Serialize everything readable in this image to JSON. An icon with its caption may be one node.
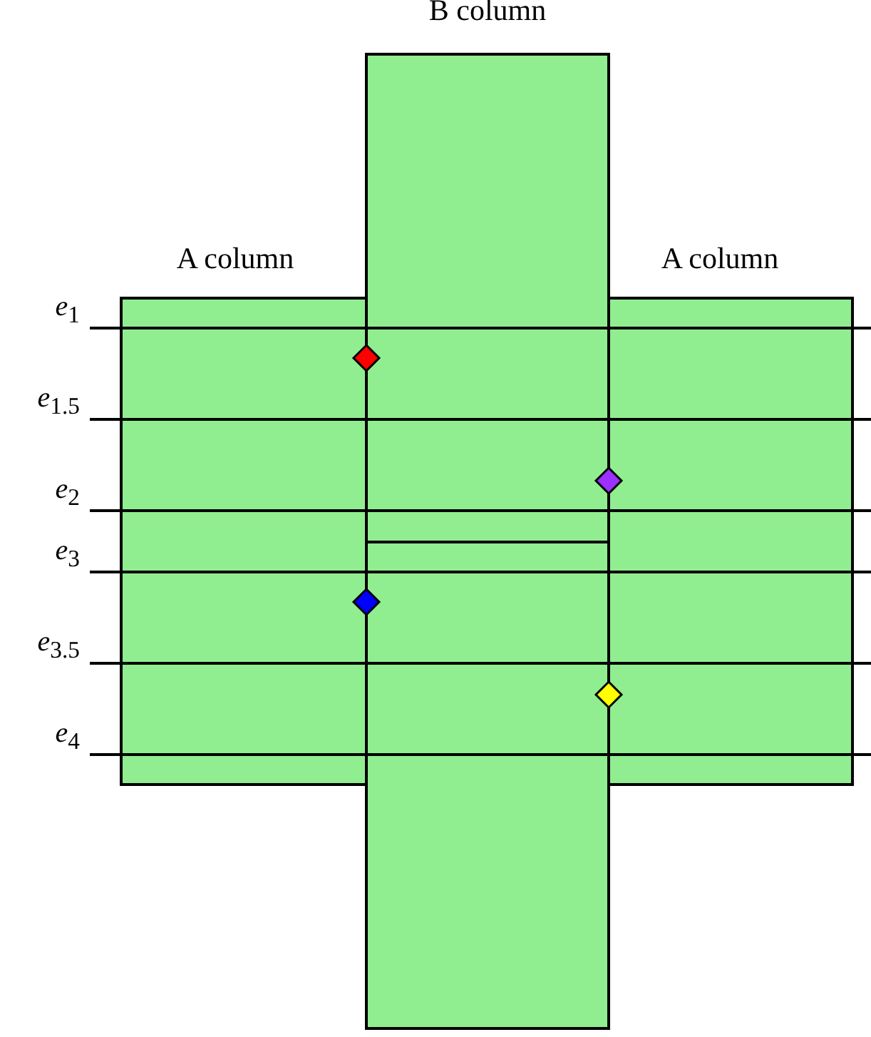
{
  "diagram": {
    "nodes": [
      {
        "text": [
          "B column"
        ]
      },
      {
        "text": [
          "A column"
        ]
      },
      {
        "text": [
          "A column"
        ]
      }
    ],
    "labels": [
      "*e*$_{1}$",
      "*e*$_{1.5}$",
      "*e*$_{2}$",
      "*e*$_{3}$",
      "*e*$_{3.5}$",
      "*e*$_{4}$"
    ]
  }
}
